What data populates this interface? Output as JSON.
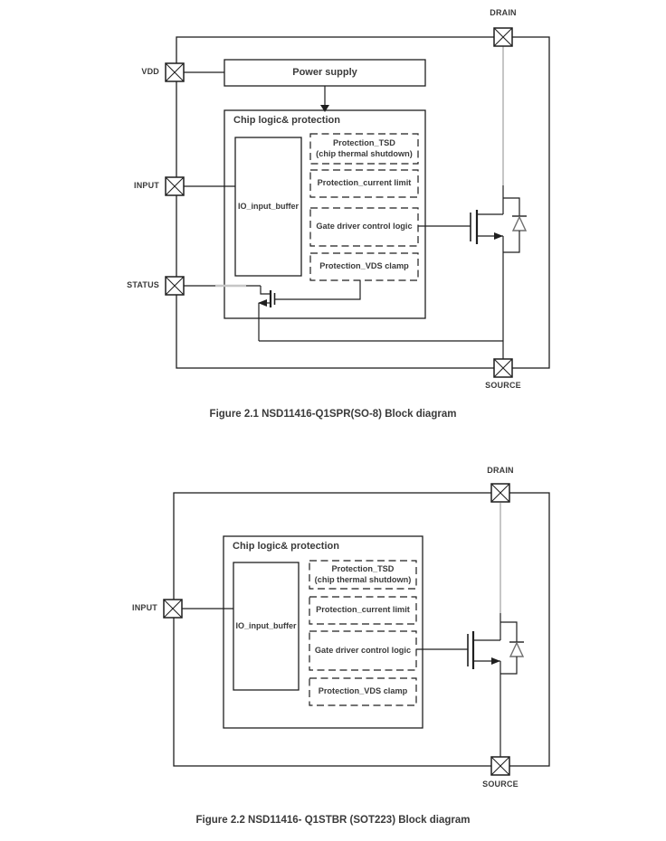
{
  "colors": {
    "line": "#1f1f1f",
    "gray_line": "#adadad",
    "gray_seg": "#c6c6c6",
    "diode": "#6f6f6f",
    "text": "#3a3a3a",
    "background": "#ffffff"
  },
  "figure1": {
    "caption": "Figure 2.1 NSD11416-Q1SPR(SO-8) Block diagram",
    "pins": {
      "drain": "DRAIN",
      "vdd": "VDD",
      "input": "INPUT",
      "status": "STATUS",
      "source": "SOURCE"
    },
    "blocks": {
      "power_supply": "Power supply",
      "chip_logic": "Chip logic& protection",
      "io_buffer": "IO_input_buffer",
      "tsd_line1": "Protection_TSD",
      "tsd_line2": "(chip thermal shutdown)",
      "current_limit": "Protection_current limit",
      "gate_driver": "Gate driver control logic",
      "vds_clamp": "Protection_VDS clamp"
    }
  },
  "figure2": {
    "caption": "Figure 2.2 NSD11416- Q1STBR (SOT223) Block diagram",
    "pins": {
      "drain": "DRAIN",
      "input": "INPUT",
      "source": "SOURCE"
    },
    "blocks": {
      "chip_logic": "Chip logic& protection",
      "io_buffer": "IO_input_buffer",
      "tsd_line1": "Protection_TSD",
      "tsd_line2": "(chip thermal shutdown)",
      "current_limit": "Protection_current limit",
      "gate_driver": "Gate driver control logic",
      "vds_clamp": "Protection_VDS clamp"
    }
  }
}
